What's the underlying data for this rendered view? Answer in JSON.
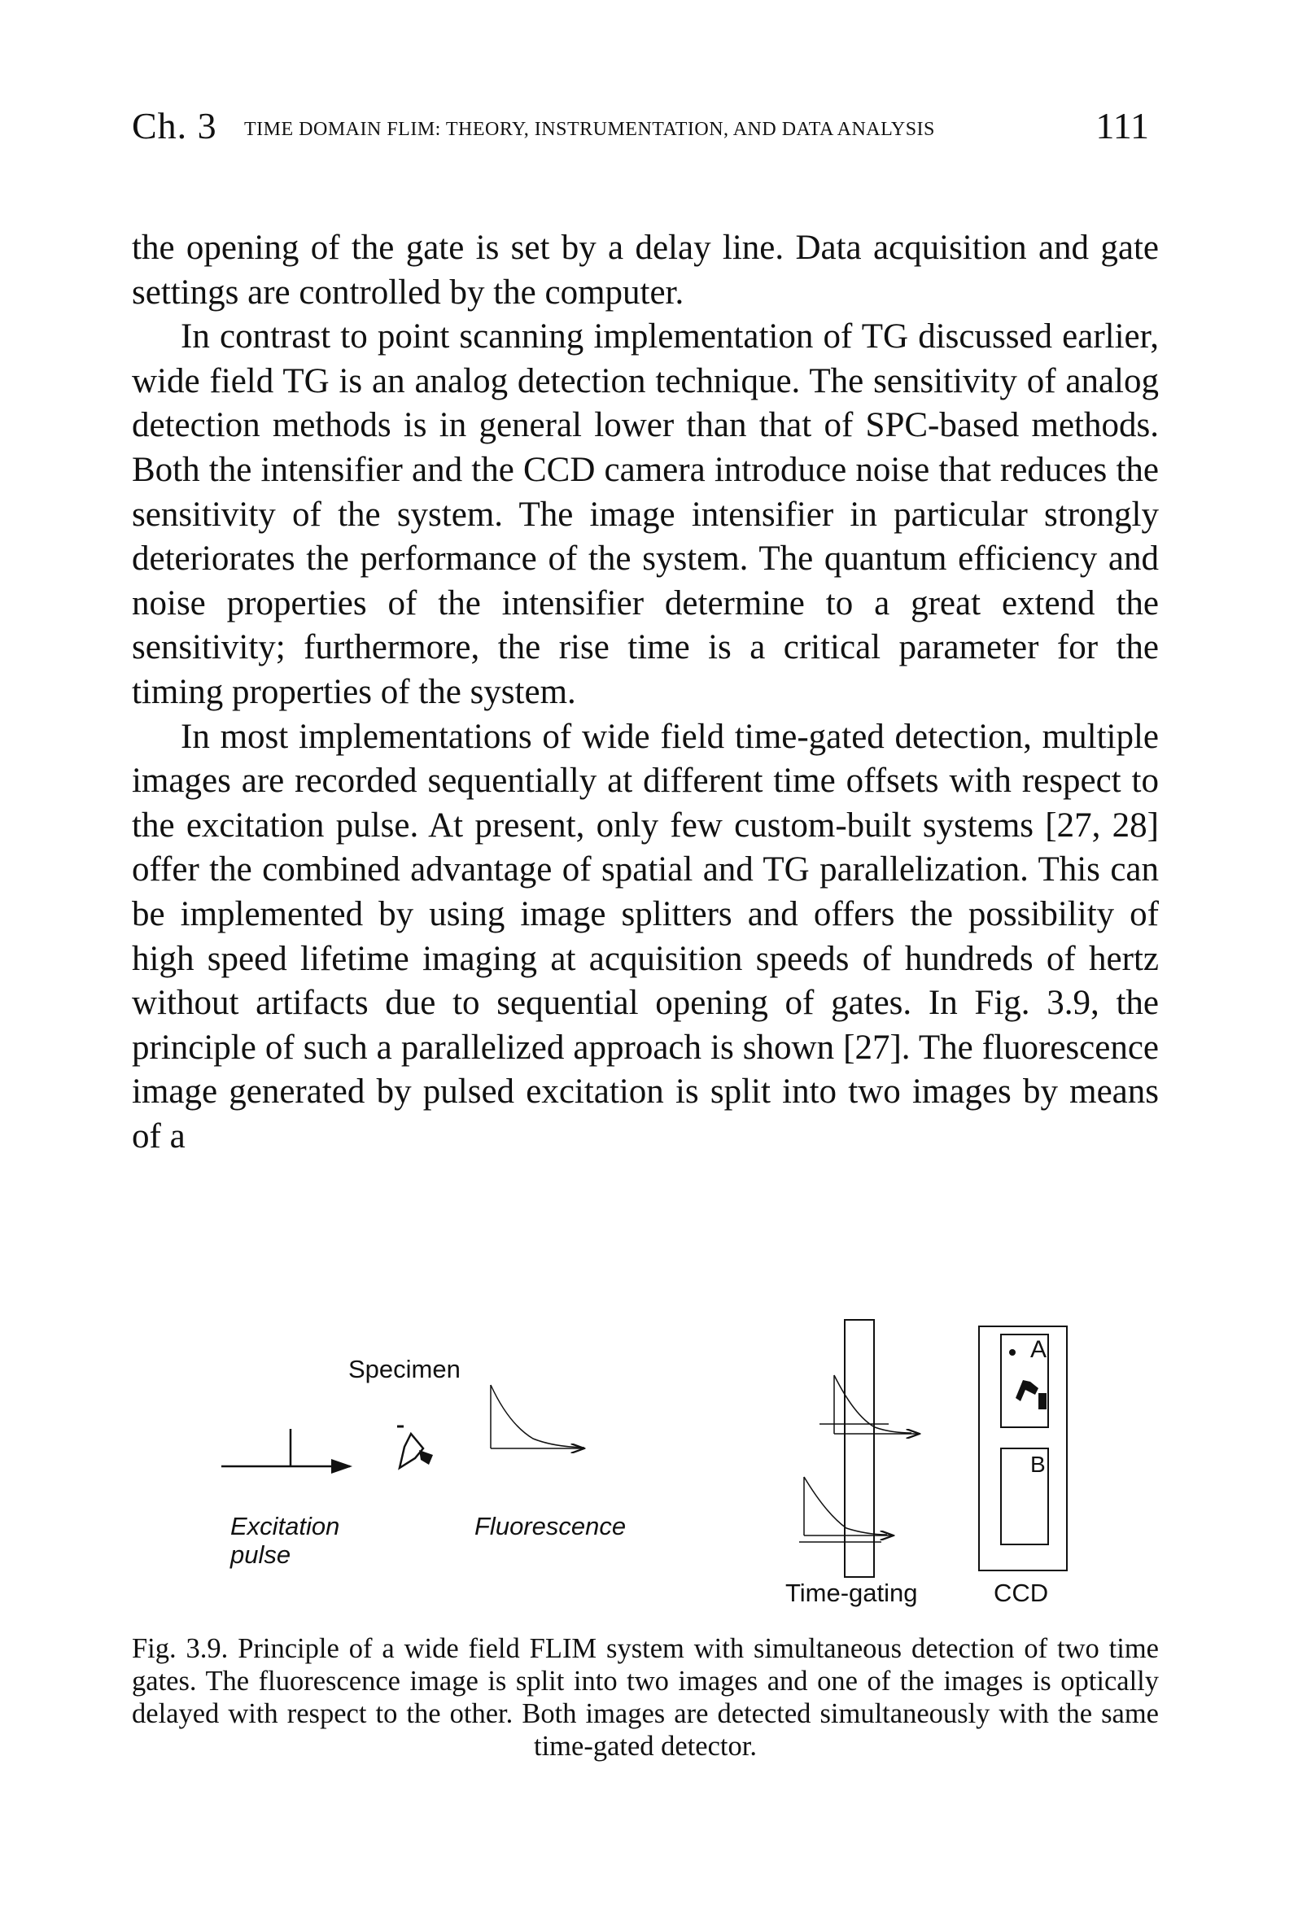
{
  "running_head": {
    "chapter": "Ch. 3",
    "title": "TIME DOMAIN FLIM: THEORY, INSTRUMENTATION, AND DATA ANALYSIS",
    "page_number": "111"
  },
  "paragraphs": [
    "the opening of the gate is set by a delay line. Data acquisition and gate settings are controlled by the computer.",
    "In contrast to point scanning implementation of TG discussed earlier, wide field TG is an analog detection technique. The sensitivity of analog detection methods is in general lower than that of SPC-based methods. Both the intensifier and the CCD camera introduce noise that reduces the sensitivity of the system. The image intensifier in particular strongly deteriorates the performance of the system. The quantum efficiency and noise properties of the intensifier determine to a great extend the sensitivity; furthermore, the rise time is a critical parameter for the timing properties of the system.",
    "In most implementations of wide field time-gated detection, multiple images are recorded sequentially at different time offsets with respect to the excitation pulse. At present, only few custom-built systems [27, 28] offer the combined advantage of spatial and TG parallelization. This can be implemented by using image splitters and offers the possibility of high speed lifetime imaging at acquisition speeds of hundreds of hertz without artifacts due to sequential opening of gates. In Fig. 3.9, the principle of such a parallelized approach is shown [27]. The fluorescence image generated by pulsed excitation is split into two images by means of a"
  ],
  "figure": {
    "labels": {
      "specimen": "Specimen",
      "excitation_line1": "Excitation",
      "excitation_line2": "pulse",
      "fluorescence": "Fluorescence",
      "time_gating": "Time-gating",
      "ccd": "CCD",
      "image_a": "A",
      "image_b": "B"
    }
  },
  "caption": "Fig. 3.9. Principle of a wide field FLIM system with simultaneous detection of two time gates. The fluorescence image is split into two images and one of the images is optically delayed with respect to the other. Both images are detected simultaneously with the same time-gated detector."
}
